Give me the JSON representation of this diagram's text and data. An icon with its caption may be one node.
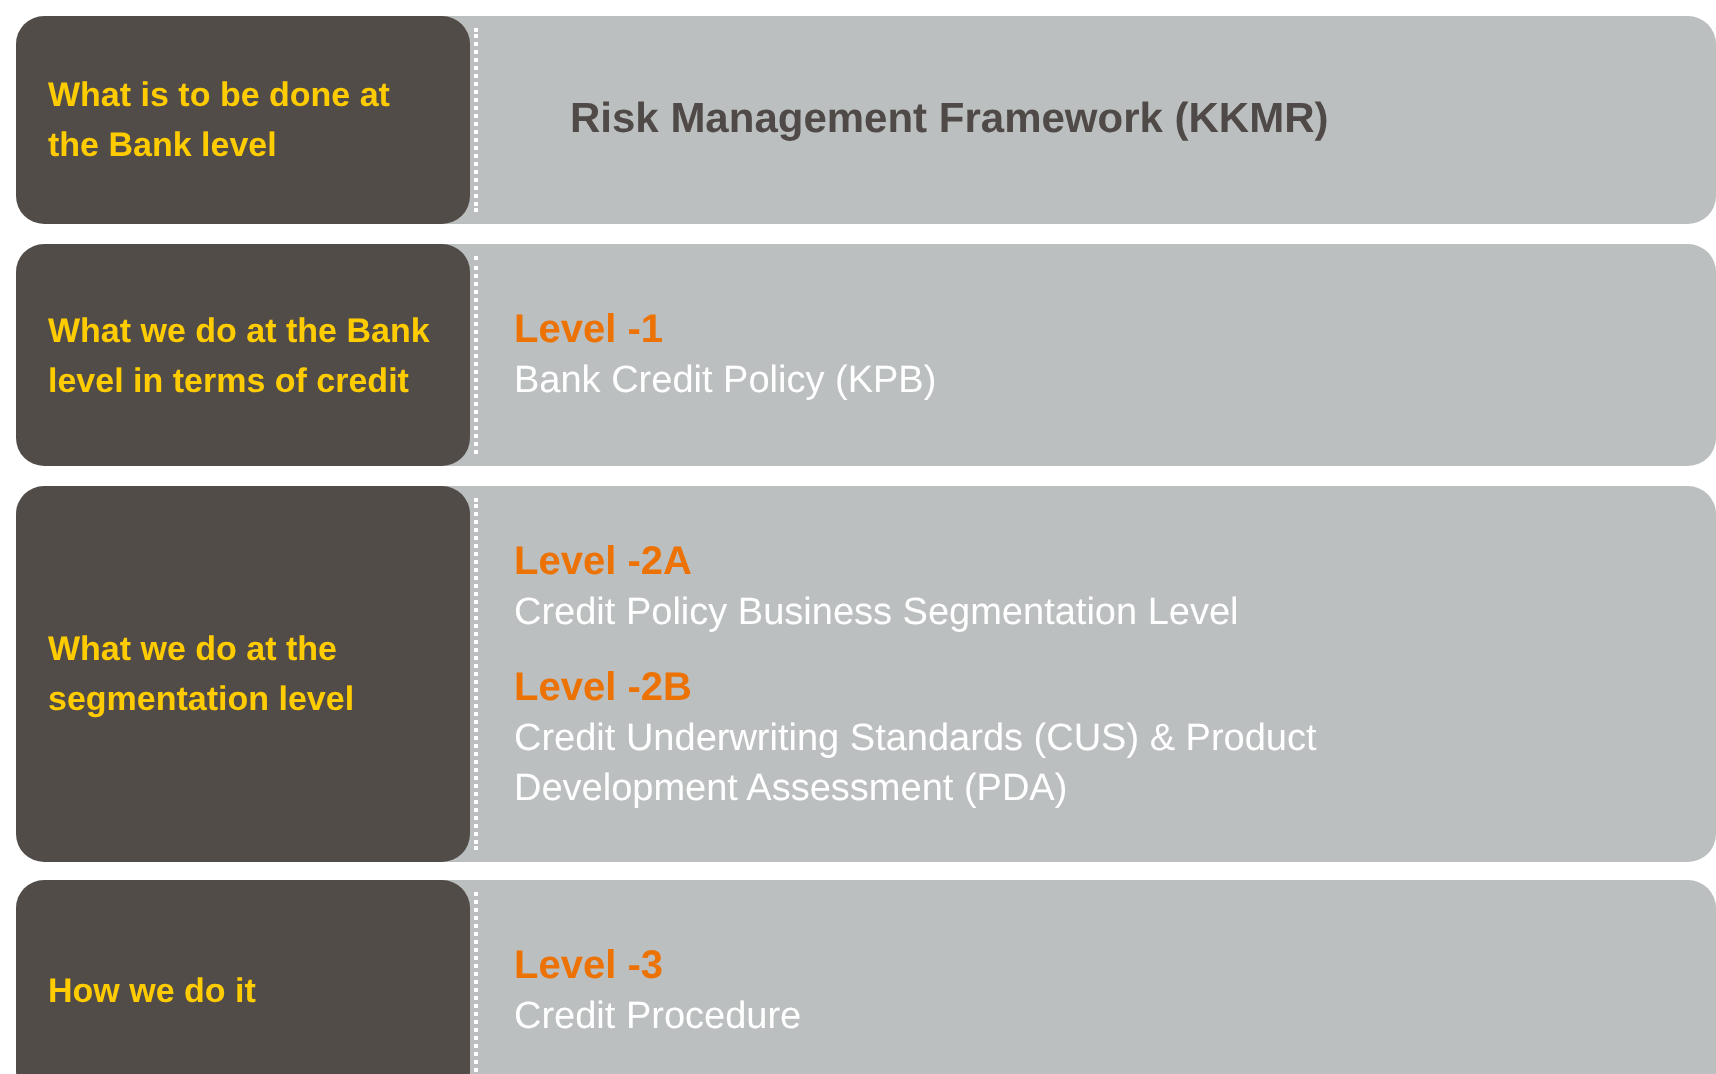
{
  "diagram": {
    "nodes": [
      {
        "text": [
          "What is to be done at the Bank level"
        ]
      },
      {
        "text": [
          "Risk Management Framework (KKMR)"
        ]
      },
      {
        "text": [
          "What we do at the Bank level in terms of credit"
        ]
      },
      {
        "text": [
          "Level -1",
          "Bank Credit Policy (KPB)"
        ]
      },
      {
        "text": [
          "What we do at the segmentation level"
        ]
      },
      {
        "text": [
          "Level -2A",
          "Credit Policy Business Segmentation Level",
          "Level -2B",
          "Credit Underwriting Standards (CUS) & Product Development Assessment (PDA)"
        ]
      },
      {
        "text": [
          "How we do it"
        ]
      },
      {
        "text": [
          "Level -3",
          "Credit Procedure"
        ]
      }
    ]
  }
}
